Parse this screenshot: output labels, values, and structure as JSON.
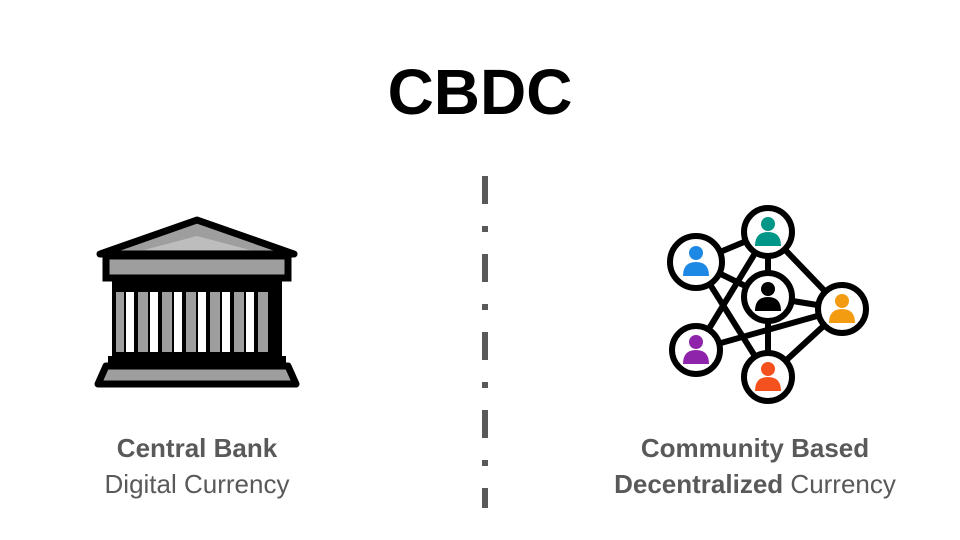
{
  "title": "CBDC",
  "left": {
    "icon": "bank-building-icon",
    "line1": "Central Bank",
    "line2": "Digital Currency"
  },
  "right": {
    "icon": "people-network-icon",
    "line1": "Community Based",
    "line2_bold": "Decentralized",
    "line2_rest": " Currency"
  },
  "colors": {
    "text": "#595959",
    "title": "#000000",
    "divider": "#595959",
    "people": [
      "#1e88e5",
      "#009688",
      "#000000",
      "#f39c12",
      "#8e24aa",
      "#f4511e"
    ]
  }
}
